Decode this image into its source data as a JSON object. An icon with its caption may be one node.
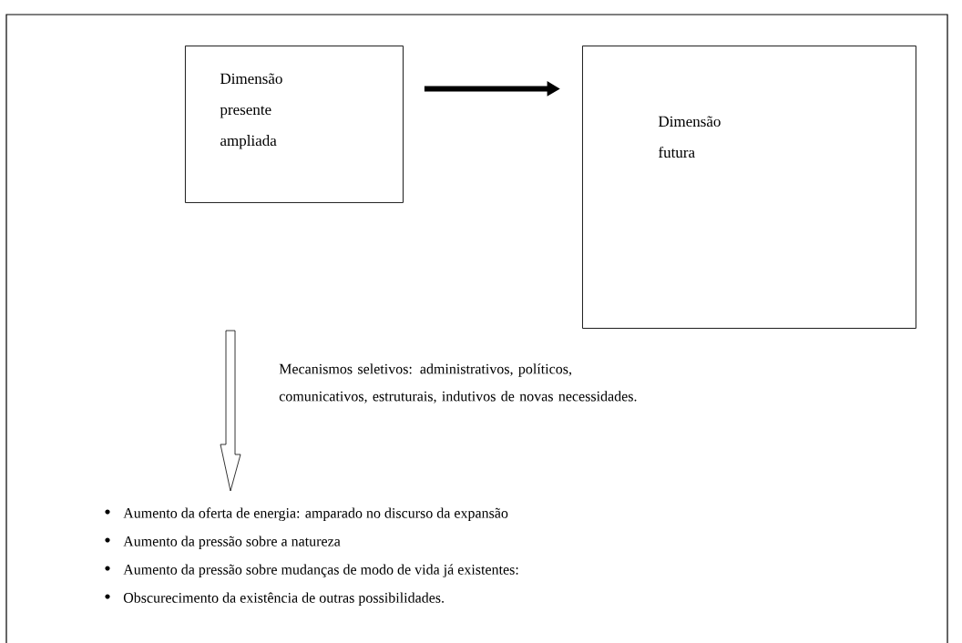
{
  "diagram": {
    "nodes": [
      {
        "text": [
          "Dimensão presente ampliada"
        ]
      },
      {
        "text": [
          "Dimensão futura"
        ]
      },
      {
        "text": [
          "Aumento da oferta de energia: amparado no discurso da expansão",
          "Aumento da pressão sobre a natureza",
          "Aumento da pressão sobre mudanças de modo de vida já existentes:",
          "Obscurecimento da existência de outras possibilidades."
        ]
      }
    ],
    "edges": [
      {
        "from": 0,
        "to": 1,
        "arrow": "to"
      },
      {
        "from": null,
        "to": 2,
        "arrow": "to"
      }
    ],
    "labels": [
      "Mecanismos seletivos: administrativos, políticos, comunicativos, estruturais, indutivos de novas necessidades."
    ]
  }
}
